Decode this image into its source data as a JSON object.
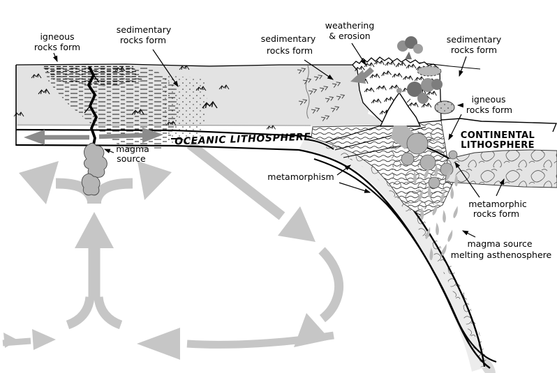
{
  "diagram": {
    "type": "geology-rock-cycle-subduction-cross-section",
    "palette": {
      "sea_sediment": "#e3e3e3",
      "convection_arrow": "#c6c6c6",
      "spreading_arrow": "#8c8c8c",
      "magma_gray": "#b5b5b5",
      "smoke_dark": "#6f6f6f",
      "smoke_mid": "#909090",
      "smoke_light": "#a8a8a8",
      "mantle_block": "#e4e4e4",
      "slab_body": "#ececec",
      "line": "#000000"
    }
  },
  "labels": {
    "igneous_ridge": {
      "line1": "igneous",
      "line2": "rocks form"
    },
    "sedimentary_left": {
      "line1": "sedimentary",
      "line2": "rocks form"
    },
    "sedimentary_mid": {
      "line1": "sedimentary",
      "line2": "rocks form"
    },
    "weathering": {
      "line1": "weathering",
      "line2": "& erosion"
    },
    "sedimentary_right": {
      "line1": "sedimentary",
      "line2": "rocks form"
    },
    "igneous_right": {
      "line1": "igneous",
      "line2": "rocks form"
    },
    "continental": {
      "line1": "CONTINENTAL",
      "line2": "LITHOSPHERE"
    },
    "oceanic": {
      "text": "OCEANIC LITHOSPHERE"
    },
    "magma_ridge": {
      "line1": "magma",
      "line2": "source"
    },
    "metamorphism": {
      "text": "metamorphism"
    },
    "metamorphic_rocks": {
      "line1": "metamorphic",
      "line2": "rocks form"
    },
    "magma_subduction": {
      "line1": "magma source",
      "line2": "melting asthenosphere"
    }
  }
}
